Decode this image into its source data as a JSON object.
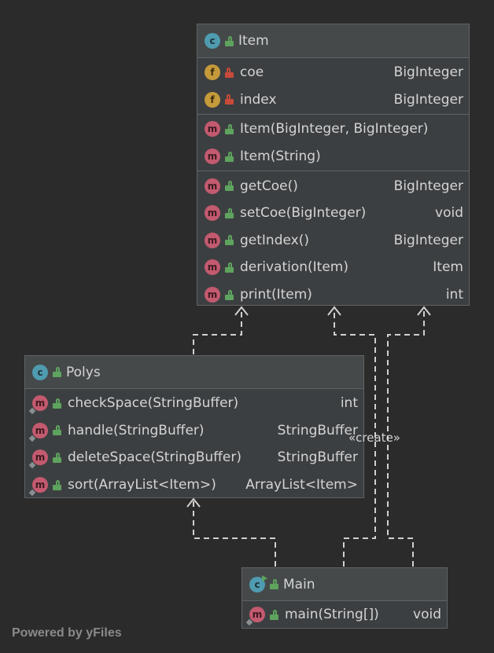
{
  "diagram": {
    "classes": [
      {
        "name": "Item",
        "fields": [
          {
            "name": "coe",
            "type": "BigInteger"
          },
          {
            "name": "index",
            "type": "BigInteger"
          }
        ],
        "constructors": [
          {
            "name": "Item(BigInteger, BigInteger)",
            "type": ""
          },
          {
            "name": "Item(String)",
            "type": ""
          }
        ],
        "methods": [
          {
            "name": "getCoe()",
            "type": "BigInteger"
          },
          {
            "name": "setCoe(BigInteger)",
            "type": "void"
          },
          {
            "name": "getIndex()",
            "type": "BigInteger"
          },
          {
            "name": "derivation(Item)",
            "type": "Item"
          },
          {
            "name": "print(Item)",
            "type": "int"
          }
        ]
      },
      {
        "name": "Polys",
        "methods": [
          {
            "name": "checkSpace(StringBuffer)",
            "type": "int"
          },
          {
            "name": "handle(StringBuffer)",
            "type": "StringBuffer"
          },
          {
            "name": "deleteSpace(StringBuffer)",
            "type": "StringBuffer"
          },
          {
            "name": "sort(ArrayList<Item>)",
            "type": "ArrayList<Item>"
          }
        ]
      },
      {
        "name": "Main",
        "methods": [
          {
            "name": "main(String[])",
            "type": "void"
          }
        ]
      }
    ],
    "edge_label": "«create»",
    "watermark": "Powered by yFiles",
    "colors": {
      "background": "#2b2b2b",
      "box": "#3c3f41",
      "header": "#45494a",
      "border": "#606366",
      "class_badge": "#4f9bb0",
      "field_badge": "#c49a3a",
      "method_badge": "#c35a6f",
      "public_lock": "#5ea35e",
      "private_lock": "#c74a3a",
      "connector": "#d0d0d0"
    },
    "icons": {
      "class": "class-c-icon",
      "field": "field-f-icon",
      "method": "method-m-icon",
      "public": "unlocked-icon",
      "private": "locked-icon"
    }
  }
}
